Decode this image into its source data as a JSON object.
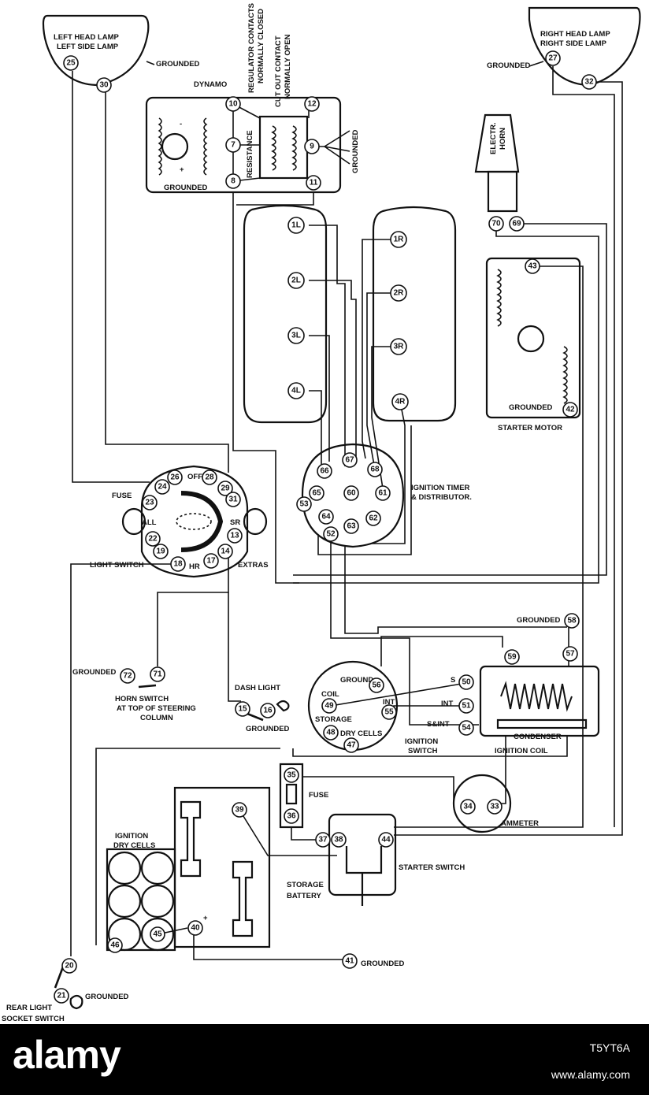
{
  "labels": {
    "left_lamp_1": "LEFT HEAD LAMP",
    "left_lamp_2": "LEFT SIDE LAMP",
    "right_lamp_1": "RIGHT HEAD LAMP",
    "right_lamp_2": "RIGHT SIDE LAMP",
    "grounded": "GROUNDED",
    "dynamo": "DYNAMO",
    "regulator_1": "REGULATOR CONTACTS",
    "regulator_2": "NORMALLY CLOSED",
    "cutout_1": "CUT OUT CONTACT",
    "cutout_2": "NORMALLY OPEN",
    "resistance": "RESISTANCE",
    "horn_1": "ELECTR.",
    "horn_2": "HORN",
    "starter_motor": "STARTER MOTOR",
    "fuse": "FUSE",
    "light_switch": "LIGHT SWITCH",
    "extras": "EXTRAS",
    "off": "OFF",
    "all": "ALL",
    "sr": "SR",
    "hr": "HR",
    "timer_1": "IGNITION TIMER",
    "timer_2": "& DISTRIBUTOR.",
    "horn_switch_1": "HORN SWITCH",
    "horn_switch_2": "AT TOP OF STEERING",
    "horn_switch_3": "COLUMN",
    "dash_light": "DASH LIGHT",
    "ground": "GROUND",
    "coil": "COIL",
    "storage": "STORAGE",
    "dry_cells": "DRY CELLS",
    "ignition_switch_1": "IGNITION",
    "ignition_switch_2": "SWITCH",
    "int": "INT",
    "s": "S",
    "s_and_int": "S&INT",
    "condenser": "CONDENSER",
    "ignition_coil": "IGNITION COIL",
    "ammeter": "AMMETER",
    "ignition_dry_cells_1": "IGNITION",
    "ignition_dry_cells_2": "DRY CELLS",
    "storage_battery_1": "STORAGE",
    "storage_battery_2": "BATTERY",
    "starter_switch": "STARTER SWITCH",
    "rear_light_1": "REAR LIGHT",
    "rear_light_2": "SOCKET SWITCH",
    "minus": "-",
    "plus": "+"
  },
  "terminals": {
    "t7": "7",
    "t8": "8",
    "t9": "9",
    "t10": "10",
    "t11": "11",
    "t12": "12",
    "t13": "13",
    "t14": "14",
    "t15": "15",
    "t16": "16",
    "t17": "17",
    "t18": "18",
    "t19": "19",
    "t20": "20",
    "t21": "21",
    "t22": "22",
    "t23": "23",
    "t24": "24",
    "t26": "26",
    "t27": "27",
    "t28": "28",
    "t29": "29",
    "t30": "30",
    "t31": "31",
    "t32": "32",
    "t33": "33",
    "t34": "34",
    "t35": "35",
    "t36": "36",
    "t37": "37",
    "t38": "38",
    "t39": "39",
    "t40": "40",
    "t41": "41",
    "t42": "42",
    "t43": "43",
    "t44": "44",
    "t45": "45",
    "t46": "46",
    "t47": "47",
    "t48": "48",
    "t49": "49",
    "t50": "50",
    "t51": "51",
    "t52": "52",
    "t53": "53",
    "t54": "54",
    "t55": "55",
    "t56": "56",
    "t57": "57",
    "t58": "58",
    "t59": "59",
    "t60": "60",
    "t61": "61",
    "t62": "62",
    "t63": "63",
    "t64": "64",
    "t65": "65",
    "t66": "66",
    "t67": "67",
    "t68": "68",
    "t69": "69",
    "t70": "70",
    "t71": "71",
    "t72": "72",
    "t25": "25",
    "t1L": "1L",
    "t2L": "2L",
    "t3L": "3L",
    "t4L": "4L",
    "t1R": "1R",
    "t2R": "2R",
    "t3R": "3R",
    "t4R": "4R"
  },
  "footer": {
    "logo": "alamy",
    "image_id": "T5YT6A",
    "url": "www.alamy.com"
  }
}
